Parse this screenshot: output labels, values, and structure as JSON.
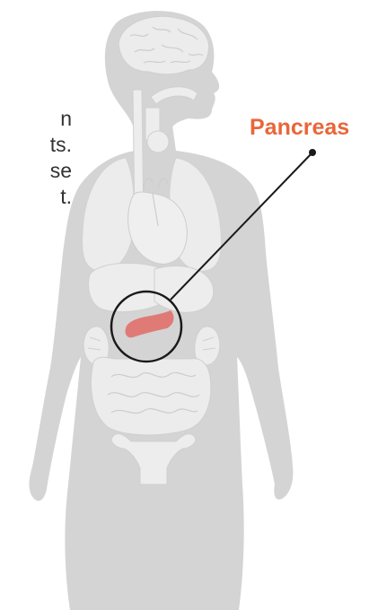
{
  "intro_text_lines": [
    "n",
    "ts.",
    "se",
    "t."
  ],
  "callout": {
    "label": "Pancreas",
    "label_color": "#e9663a"
  },
  "colors": {
    "body_silhouette": "#d4d4d4",
    "organs": "#ededed",
    "organ_outline": "#c6c6c6",
    "pancreas": "#e07a76",
    "leader_line": "#1a1a1a"
  }
}
